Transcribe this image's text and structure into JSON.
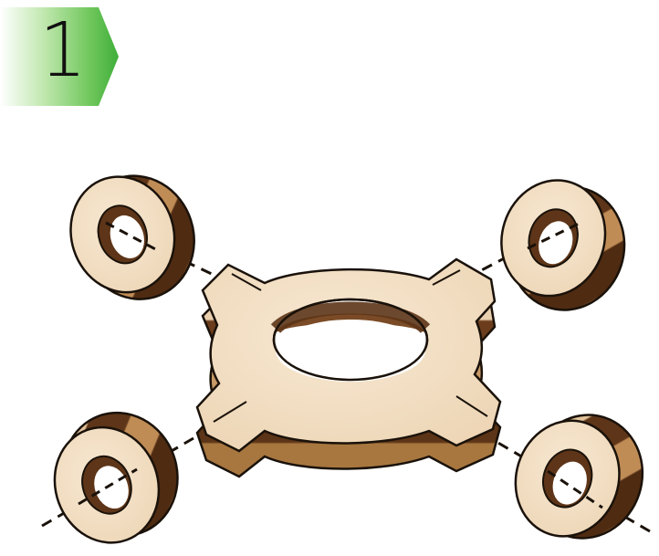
{
  "step": {
    "number": "1",
    "badge_gradient": [
      "#ffffff",
      "#8fd17a",
      "#3fae3a"
    ]
  },
  "diagram": {
    "parts": [
      {
        "name": "center-frame-piece"
      },
      {
        "name": "washer-top-left"
      },
      {
        "name": "washer-top-right"
      },
      {
        "name": "washer-bottom-left"
      },
      {
        "name": "washer-bottom-right"
      }
    ],
    "colors": {
      "wood_face": "#f2dfc4",
      "wood_dark": "#7a4b26",
      "wood_mid": "#b07b48",
      "outline": "#1a120a"
    }
  }
}
